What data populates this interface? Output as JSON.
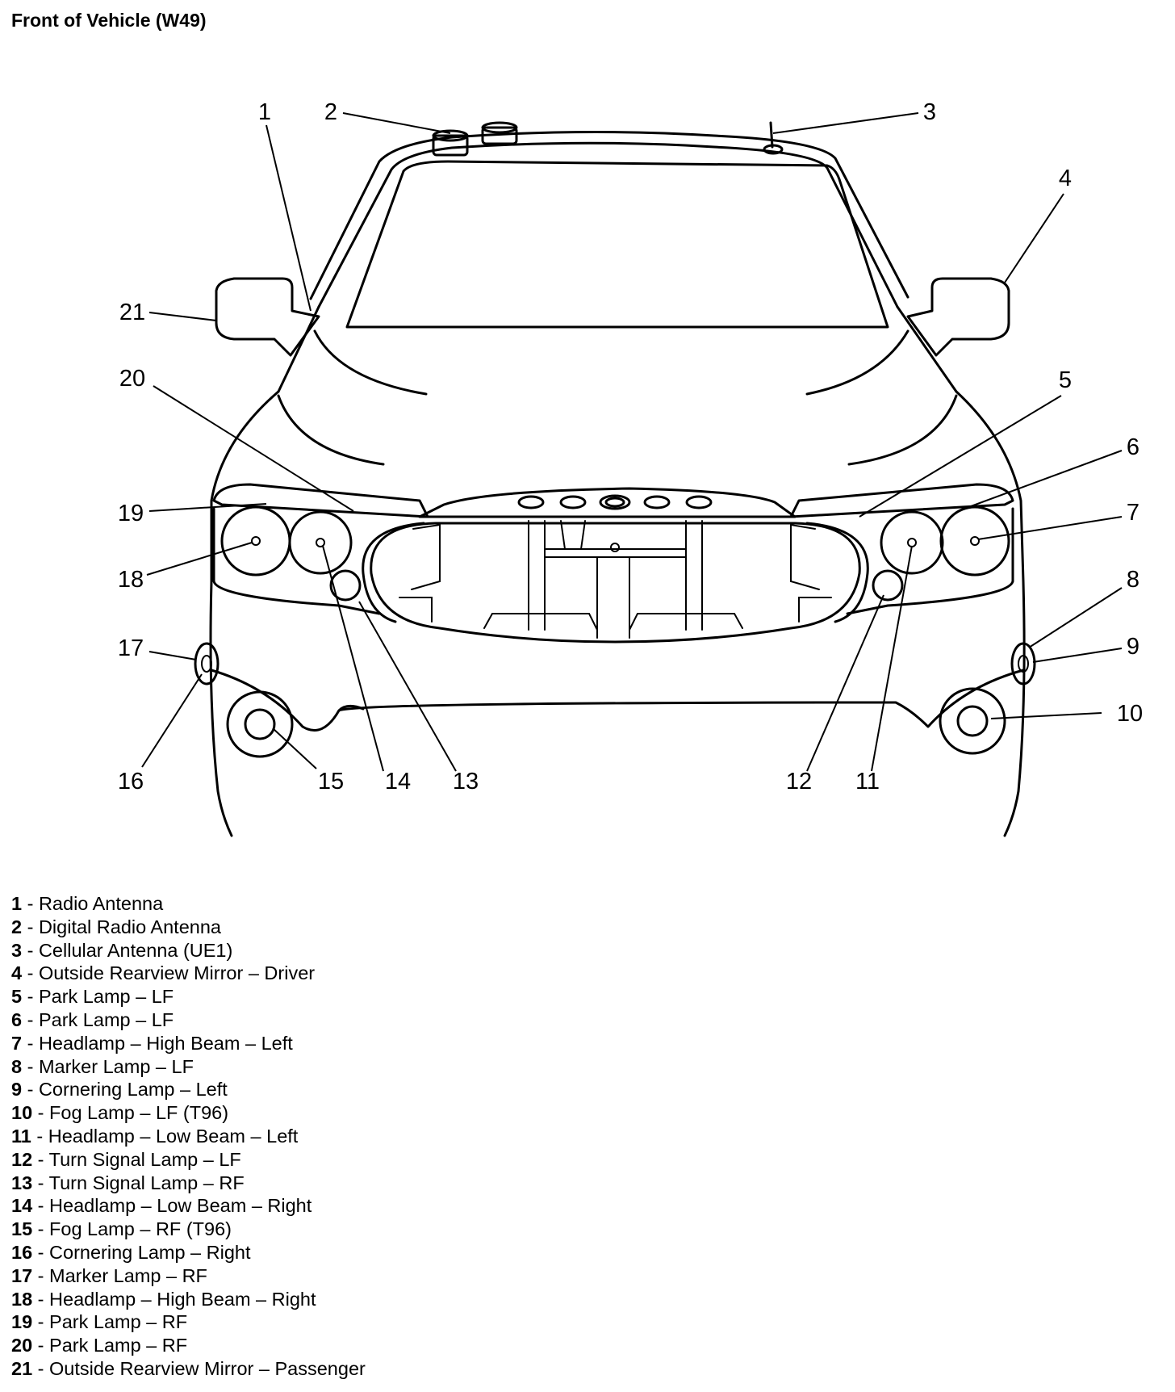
{
  "title": "Front of Vehicle (W49)",
  "callouts": [
    "1",
    "2",
    "3",
    "4",
    "5",
    "6",
    "7",
    "8",
    "9",
    "10",
    "11",
    "12",
    "13",
    "14",
    "15",
    "16",
    "17",
    "18",
    "19",
    "20",
    "21"
  ],
  "legend": [
    {
      "num": "1",
      "text": " - Radio Antenna"
    },
    {
      "num": "2",
      "text": " - Digital Radio Antenna"
    },
    {
      "num": "3",
      "text": " - Cellular Antenna (UE1)"
    },
    {
      "num": "4",
      "text": " - Outside Rearview Mirror – Driver"
    },
    {
      "num": "5",
      "text": " - Park Lamp – LF"
    },
    {
      "num": "6",
      "text": " - Park Lamp – LF"
    },
    {
      "num": "7",
      "text": " - Headlamp – High Beam – Left"
    },
    {
      "num": "8",
      "text": " - Marker Lamp – LF"
    },
    {
      "num": "9",
      "text": " - Cornering Lamp – Left"
    },
    {
      "num": "10",
      "text": " - Fog Lamp – LF (T96)"
    },
    {
      "num": "11",
      "text": " - Headlamp – Low Beam – Left"
    },
    {
      "num": "12",
      "text": " - Turn Signal Lamp – LF"
    },
    {
      "num": "13",
      "text": " - Turn Signal Lamp – RF"
    },
    {
      "num": "14",
      "text": " - Headlamp – Low Beam – Right"
    },
    {
      "num": "15",
      "text": " - Fog Lamp – RF (T96)"
    },
    {
      "num": "16",
      "text": " - Cornering Lamp – Right"
    },
    {
      "num": "17",
      "text": " - Marker Lamp – RF"
    },
    {
      "num": "18",
      "text": " - Headlamp – High Beam – Right"
    },
    {
      "num": "19",
      "text": " - Park Lamp – RF"
    },
    {
      "num": "20",
      "text": " - Park Lamp – RF"
    },
    {
      "num": "21",
      "text": " - Outside Rearview Mirror – Passenger"
    }
  ]
}
